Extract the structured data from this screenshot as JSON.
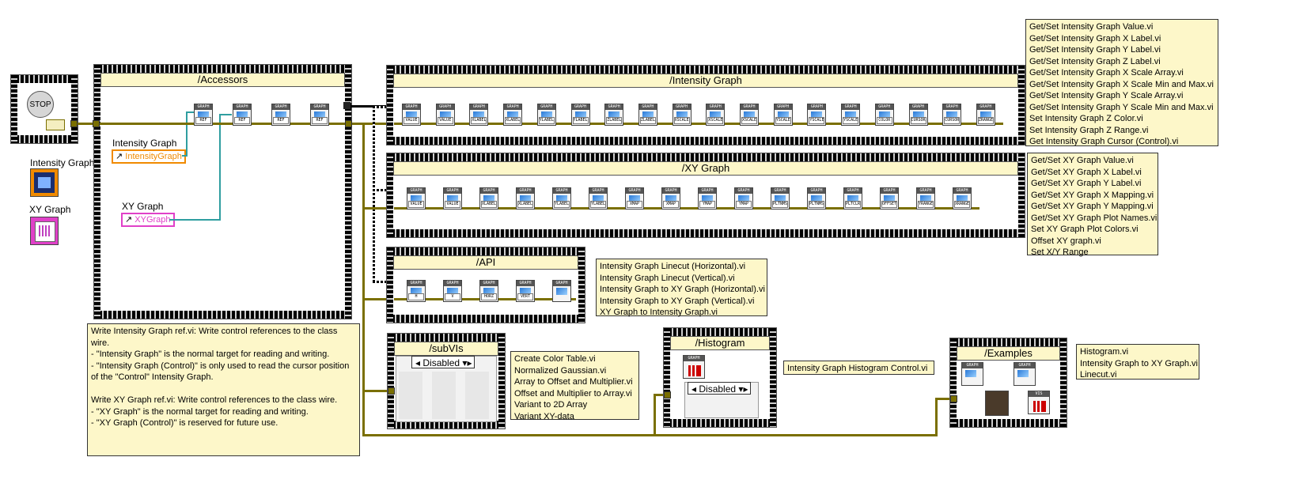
{
  "frames": {
    "accessors": {
      "title": "/Accessors"
    },
    "intensity": {
      "title": "/Intensity Graph"
    },
    "xy": {
      "title": "/XY Graph"
    },
    "api": {
      "title": "/API"
    },
    "subvis": {
      "title": "/subVIs",
      "ring": "Disabled"
    },
    "histogram": {
      "title": "/Histogram",
      "ring": "Disabled"
    },
    "examples": {
      "title": "/Examples"
    }
  },
  "controls": {
    "stop": "STOP",
    "intensity_label": "Intensity Graph",
    "intensity_ref": "IntensityGraph",
    "xy_label": "XY Graph",
    "xy_ref": "XYGraph",
    "left_intensity": "Intensity Graph",
    "left_xy": "XY Graph"
  },
  "subvi_header": "GRAPH",
  "accessor_vis": [
    "REF",
    "REF",
    "REF",
    "REF"
  ],
  "intensity_vis": [
    "VALUE",
    "VALUE",
    "XLABEL",
    "XLABEL",
    "YLABEL",
    "YLABEL",
    "ZLABEL",
    "ZLABEL",
    "XSCALE",
    "XSCALE",
    "XSCALE",
    "YSCALE",
    "YSCALE",
    "YSCALE",
    "COLOR",
    "CURSOR",
    "CURSOR",
    "ZRANGE"
  ],
  "xy_vis": [
    "VALUE",
    "VALUE",
    "XLABEL",
    "XLABEL",
    "YLABEL",
    "YLABEL",
    "XMAP",
    "XMAP",
    "YMAP",
    "YMAP",
    "PLTNMS",
    "PLTNMS",
    "PLTCLR",
    "OFFSET",
    "YRANGE",
    "XRANGE"
  ],
  "api_vis": [
    "H",
    "V",
    "HORZ",
    "VERT",
    ""
  ],
  "notes": {
    "intensity_list": [
      "Get/Set Intensity Graph Value.vi",
      "Get/Set Intensity Graph X Label.vi",
      "Get/Set Intensity Graph Y Label.vi",
      "Get/Set Intensity Graph Z Label.vi",
      "Get/Set Intensity Graph X Scale Array.vi",
      "Get/Set Intensity Graph X Scale Min and Max.vi",
      "Get/Set Intensity Graph Y Scale Array.vi",
      "Get/Set Intensity Graph Y Scale Min and Max.vi",
      "Set Intensity Graph Z Color.vi",
      "Set Intensity Graph Z Range.vi",
      "Get Intensity Graph Cursor (Control).vi"
    ],
    "xy_list": [
      "Get/Set XY Graph Value.vi",
      "Get/Set XY Graph X Label.vi",
      "Get/Set XY Graph Y Label.vi",
      "Get/Set XY Graph X Mapping.vi",
      "Get/Set XY Graph Y Mapping.vi",
      "Get/Set XY Graph Plot Names.vi",
      "Set XY Graph Plot Colors.vi",
      "Offset XY graph.vi",
      "Set X/Y Range"
    ],
    "api_list": [
      "Intensity Graph Linecut (Horizontal).vi",
      "Intensity Graph Linecut (Vertical).vi",
      "Intensity Graph to XY Graph (Horizontal).vi",
      "Intensity Graph to XY Graph (Vertical).vi",
      "XY Graph to Intensity Graph.vi"
    ],
    "subvi_list": [
      "Create Color Table.vi",
      "Normalized Gaussian.vi",
      "Array to Offset and Multiplier.vi",
      "Offset and Multiplier to Array.vi",
      "Variant to 2D Array",
      "Variant XY-data"
    ],
    "histogram_list": [
      "Intensity Graph Histogram Control.vi"
    ],
    "examples_list": [
      "Histogram.vi",
      "Intensity Graph to XY Graph.vi",
      "Linecut.vi"
    ],
    "description": [
      "Write Intensity Graph ref.vi: Write control references to the class",
      "wire.",
      "- \"Intensity Graph\" is the normal target for reading and writing.",
      "- \"Intensity Graph (Control)\" is only used to read the cursor position",
      "of the \"Control\" Intensity Graph.",
      "",
      "Write XY Graph ref.vi: Write control references to the class wire.",
      "- \"XY Graph\" is the normal target for reading and writing.",
      "- \"XY Graph (Control)\" is reserved for future use."
    ]
  },
  "colors": {
    "wire": "#7a6f00",
    "note_bg": "#fdf7c9",
    "intensity_ref": "#f08a00",
    "xy_ref": "#e040c8",
    "teal_wire": "#2f9ea0"
  }
}
